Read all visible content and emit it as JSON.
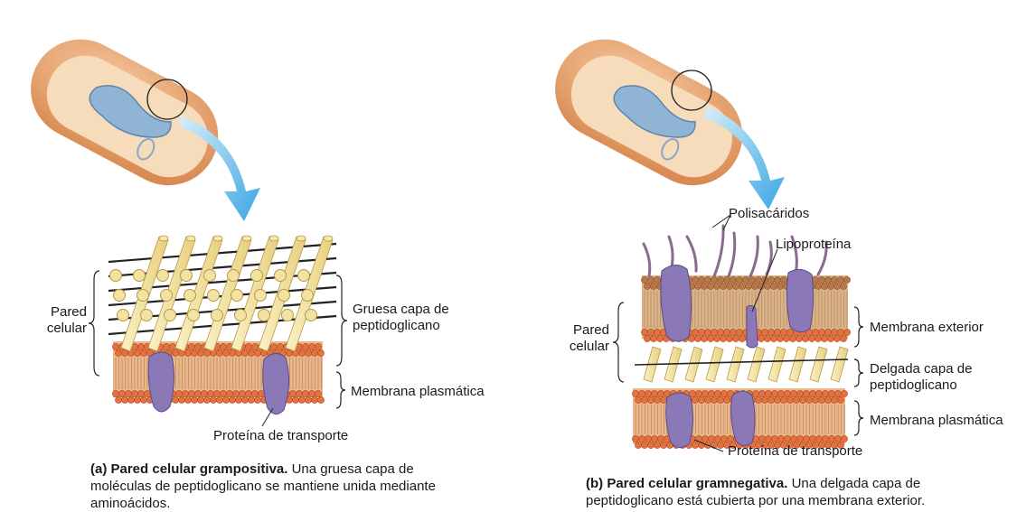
{
  "panel_a": {
    "label_pared": "Pared",
    "label_celular": "celular",
    "label_gruesa_1": "Gruesa capa de",
    "label_gruesa_2": "peptidoglicano",
    "label_membrana_plasmatica": "Membrana plasmática",
    "label_proteina": "Proteína de transporte",
    "caption_bold": "(a) Pared celular grampositiva.",
    "caption_text_1": " Una gruesa capa de",
    "caption_text_2": "moléculas de peptidoglicano se mantiene unida mediante",
    "caption_text_3": "aminoácidos."
  },
  "panel_b": {
    "label_polisacaridos": "Polisacáridos",
    "label_lipoproteina": "Lipoproteína",
    "label_pared": "Pared",
    "label_celular": "celular",
    "label_membrana_exterior": "Membrana exterior",
    "label_delgada_1": "Delgada capa de",
    "label_delgada_2": "peptidoglicano",
    "label_membrana_plasmatica": "Membrana plasmática",
    "label_proteina": "Proteína de transporte",
    "caption_bold": "(b) Pared celular gramnegativa.",
    "caption_text_1": " Una delgada capa de",
    "caption_text_2": "peptidoglicano está cubierta por una membrana exterior."
  },
  "colors": {
    "bacterium_outer": "#e8a06a",
    "bacterium_inner": "#f6d9b8",
    "nucleoid": "#7aa6c9",
    "arrow": "#5bb8ea",
    "peptidoglycan": "#f3e3a3",
    "lipid_head": "#e6703f",
    "lipid_tail": "#d9b48a",
    "protein": "#8a77b5",
    "outer_membrane_head": "#b07a4a"
  }
}
